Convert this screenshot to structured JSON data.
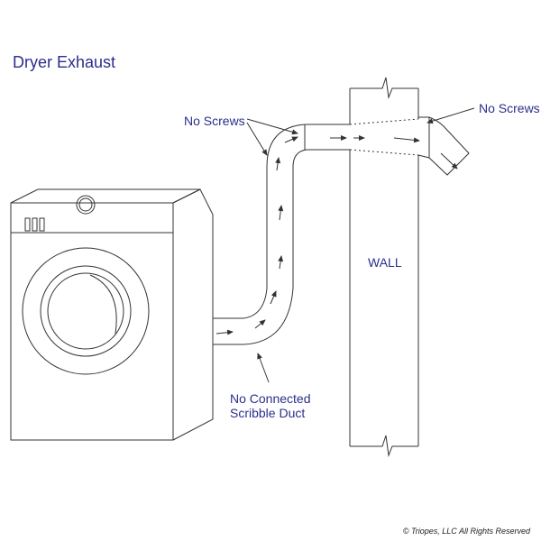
{
  "title": "Dryer Exhaust",
  "labels": {
    "screws_left": "No Screws",
    "screws_right": "No Screws",
    "wall": "WALL",
    "duct_line1": "No Connected",
    "duct_line2": "Scribble Duct"
  },
  "copyright": "© Triopes, LLC All Rights Reserved",
  "colors": {
    "text": "#2b2f8a",
    "line": "#333333"
  }
}
